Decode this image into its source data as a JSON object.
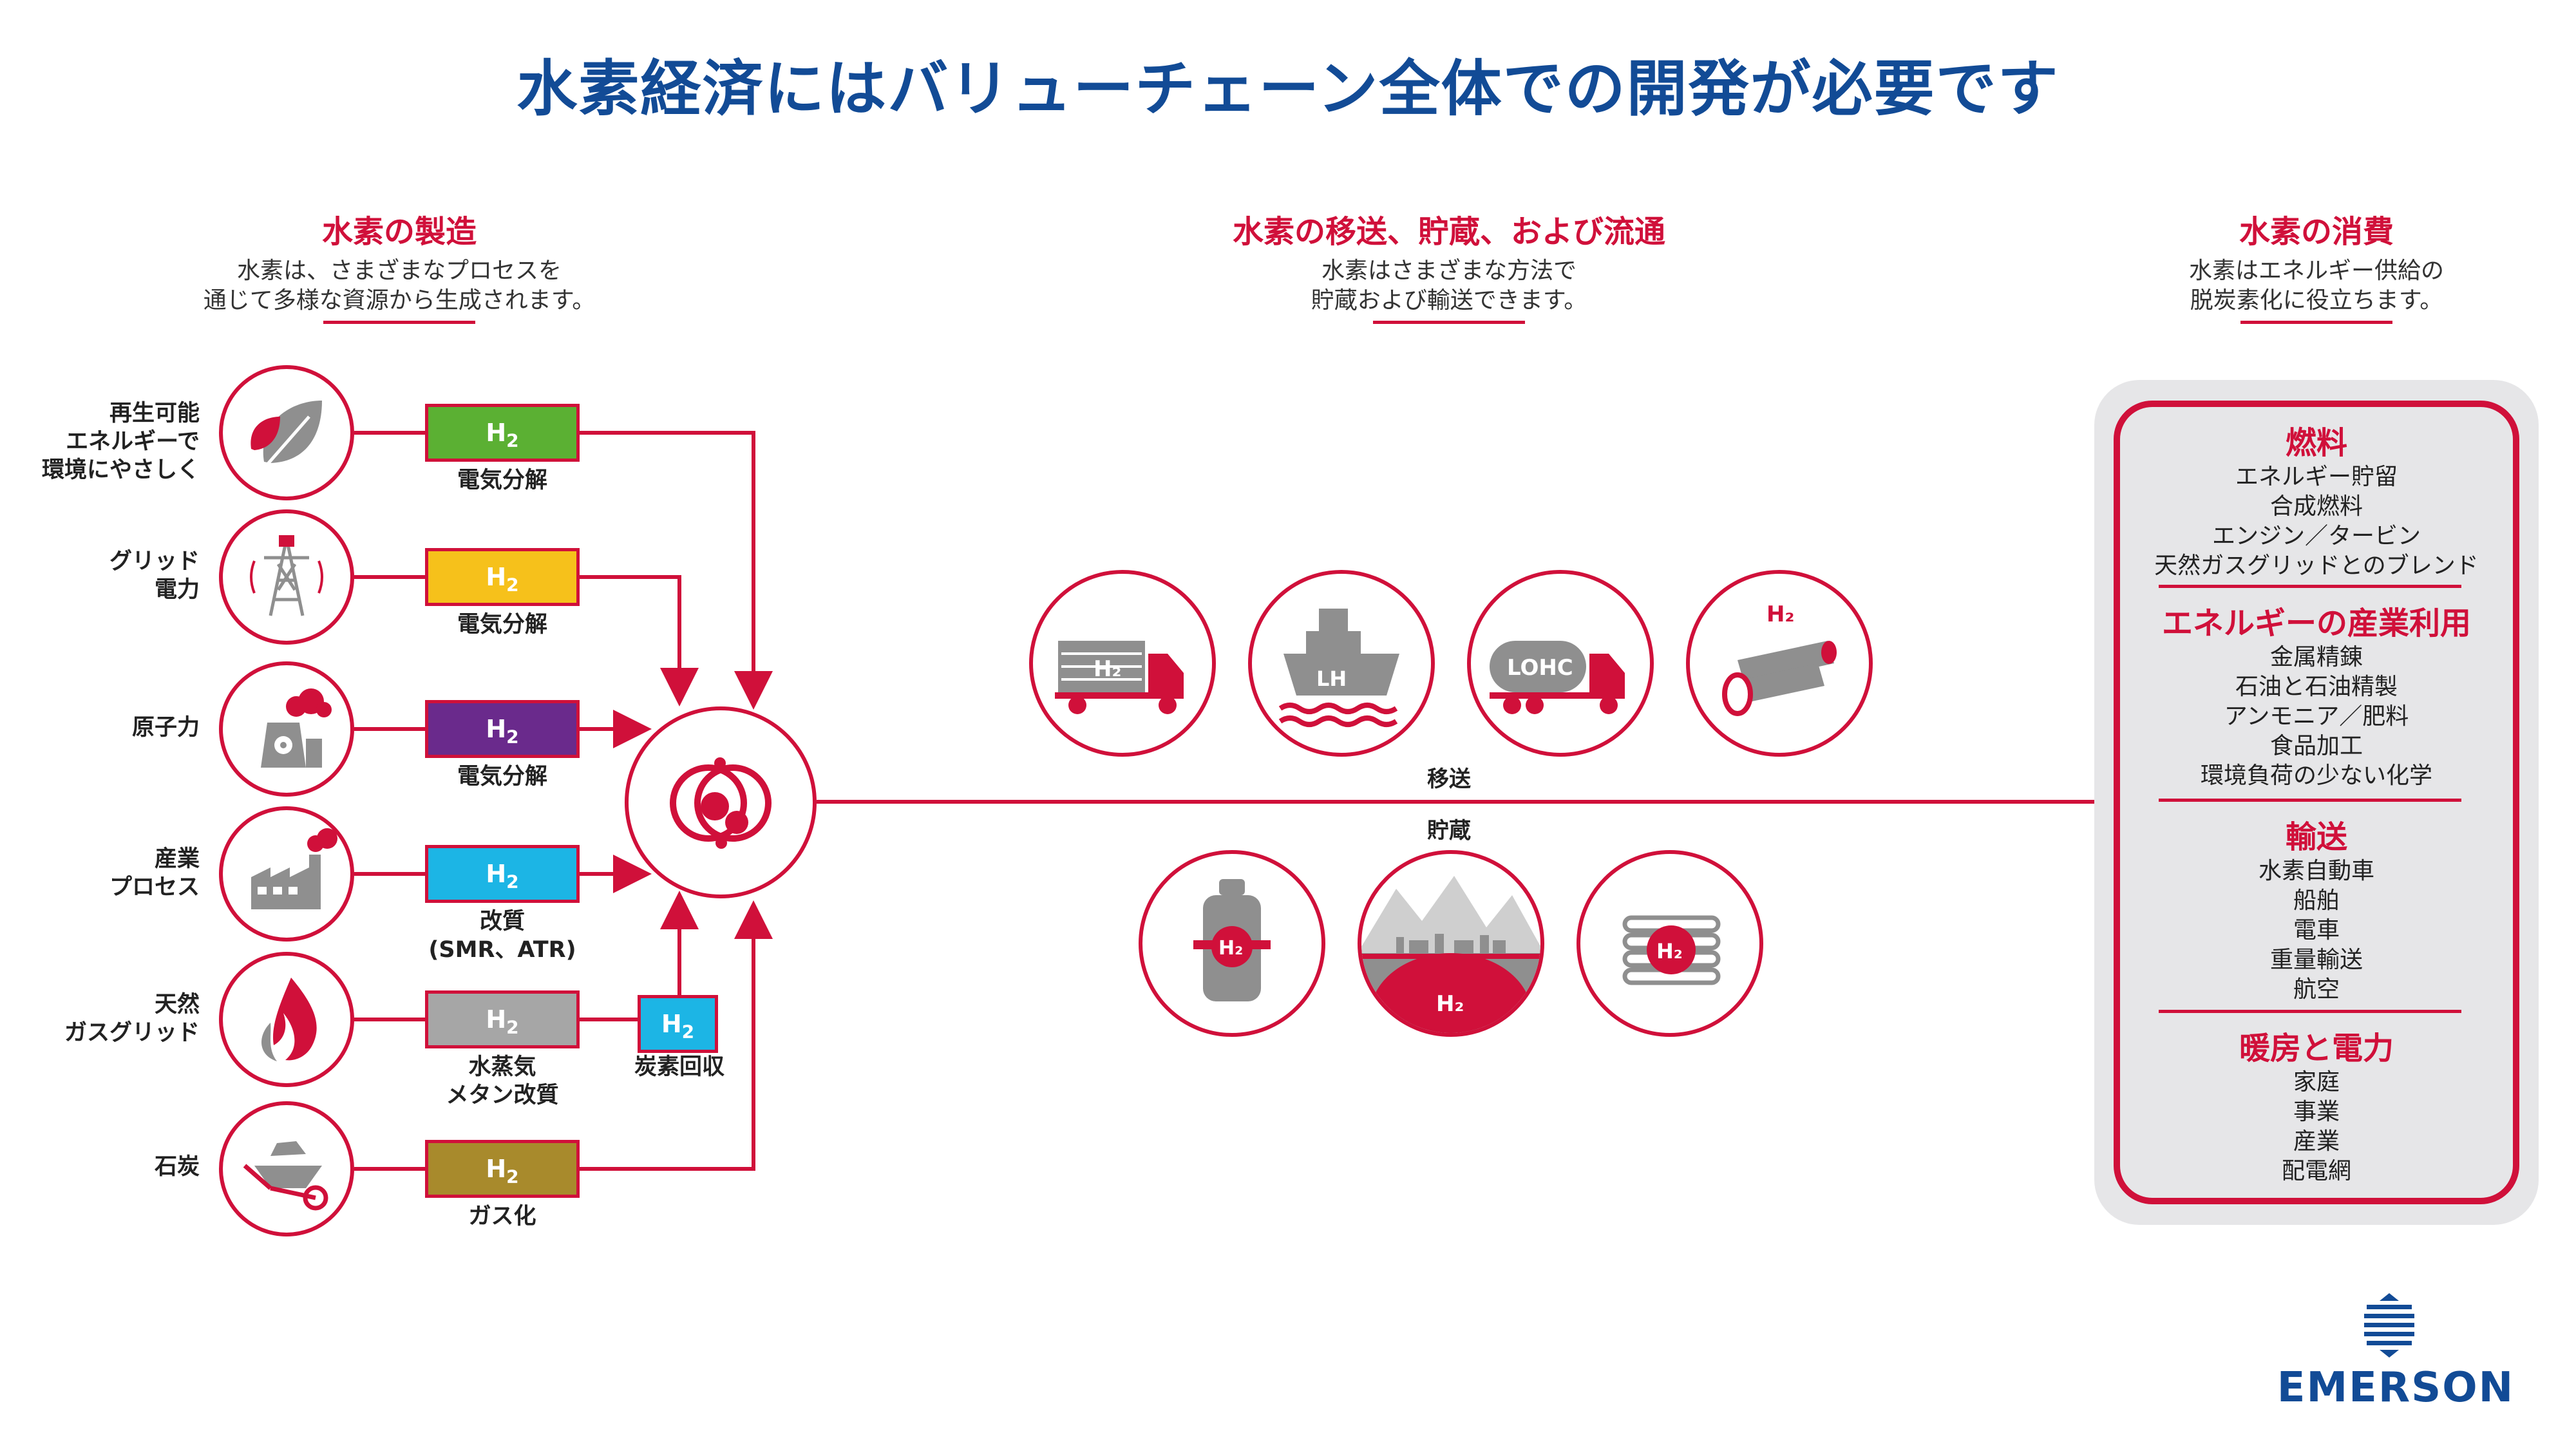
{
  "title": "水素経済にはバリューチェーン全体での開発が必要です",
  "sections": {
    "production": {
      "title": "水素の製造",
      "desc": [
        "水素は、さまざまなプロセスを",
        "通じて多様な資源から生成されます。"
      ]
    },
    "transport": {
      "title": "水素の移送、貯蔵、および流通",
      "desc": [
        "水素はさまざまな方法で",
        "貯蔵および輸送できます。"
      ]
    },
    "consumption": {
      "title": "水素の消費",
      "desc": [
        "水素はエネルギー供給の",
        "脱炭素化に役立ちます。"
      ]
    }
  },
  "sources": [
    {
      "label": [
        "再生可能",
        "エネルギーで",
        "環境にやさしく"
      ],
      "icon": "leaf-icon",
      "h2_color": "#5bb033",
      "process": [
        "電気分解"
      ]
    },
    {
      "label": [
        "グリッド",
        "電力"
      ],
      "icon": "power-tower-icon",
      "h2_color": "#f6c11b",
      "process": [
        "電気分解"
      ]
    },
    {
      "label": [
        "原子力"
      ],
      "icon": "nuclear-plant-icon",
      "h2_color": "#6a2a8c",
      "process": [
        "電気分解"
      ]
    },
    {
      "label": [
        "産業",
        "プロセス"
      ],
      "icon": "factory-icon",
      "h2_color": "#1cb5e5",
      "process": [
        "改質",
        "(SMR、ATR)"
      ]
    },
    {
      "label": [
        "天然",
        "ガスグリッド"
      ],
      "icon": "flame-icon",
      "h2_color": "#a6a6a6",
      "process": [
        "水蒸気",
        "メタン改質"
      ]
    },
    {
      "label": [
        "石炭"
      ],
      "icon": "coal-wheelbarrow-icon",
      "h2_color": "#a88a2c",
      "process": [
        "ガス化"
      ]
    }
  ],
  "h2_text": "H",
  "h2_sub": "2",
  "carbon_capture": {
    "label": "炭素回収",
    "h2_color": "#1cb5e5"
  },
  "transport_icons": [
    "truck-h2-icon",
    "ship-lh2-icon",
    "lohc-truck-icon",
    "pipeline-icon"
  ],
  "transport_texts": {
    "lh2": "LH",
    "lohc": "LOHC"
  },
  "storage_icons": [
    "h2-cylinder-icon",
    "underground-storage-icon",
    "coil-storage-icon"
  ],
  "line_labels": {
    "transport": "移送",
    "storage": "貯蔵"
  },
  "consumption_categories": [
    {
      "title": "燃料",
      "items": [
        "エネルギー貯留",
        "合成燃料",
        "エンジン／タービン",
        "天然ガスグリッドとのブレンド"
      ]
    },
    {
      "title": "エネルギーの産業利用",
      "items": [
        "金属精錬",
        "石油と石油精製",
        "アンモニア／肥料",
        "食品加工",
        "環境負荷の少ない化学"
      ]
    },
    {
      "title": "輸送",
      "items": [
        "水素自動車",
        "船舶",
        "電車",
        "重量輸送",
        "航空"
      ]
    },
    {
      "title": "暖房と電力",
      "items": [
        "家庭",
        "事業",
        "産業",
        "配電網"
      ]
    }
  ],
  "brand": "EMERSON",
  "colors": {
    "accent": "#d0103a",
    "title_blue": "#124b96",
    "panel_gray": "#e6e6e8",
    "icon_gray": "#8f8f8f"
  }
}
